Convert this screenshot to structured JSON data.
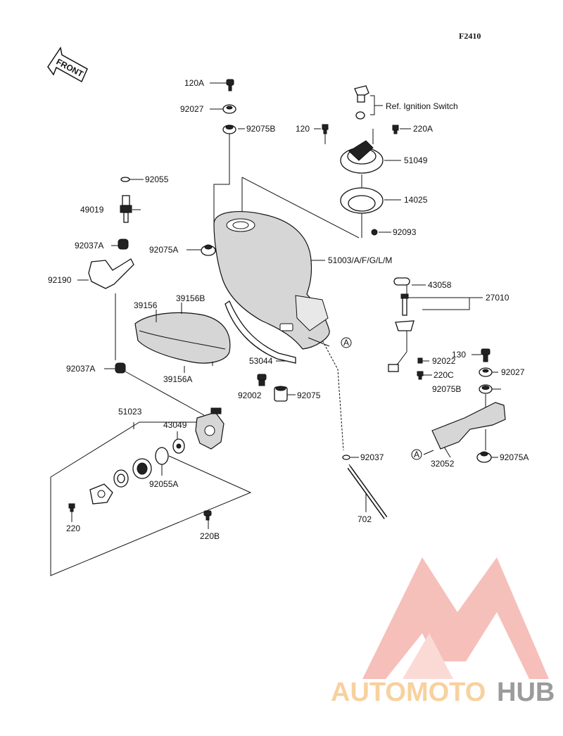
{
  "figure_code": "F2410",
  "front_arrow": "FRONT",
  "ref_note": "Ref. Ignition Switch",
  "callout_letter": "A",
  "watermark": {
    "part1": "AUTOMOTO",
    "part2": "HUB",
    "color_primary": "#f5b5ae",
    "color_secondary": "#8a8a8a",
    "color_accent": "#f7c98e"
  },
  "parts": {
    "p120A": "120A",
    "p92027_top": "92027",
    "p92075B_top": "92075B",
    "p120": "120",
    "p220A": "220A",
    "p51049": "51049",
    "p14025": "14025",
    "p92093": "92093",
    "p92055": "92055",
    "p49019": "49019",
    "p92037A_top": "92037A",
    "p92075A_left": "92075A",
    "p51003": "51003/A/F/G/L/M",
    "p92190": "92190",
    "p39156": "39156",
    "p39156B": "39156B",
    "p39156A": "39156A",
    "p43058": "43058",
    "p27010": "27010",
    "p53044": "53044",
    "p92002": "92002",
    "p92075": "92075",
    "p130": "130",
    "p92022": "92022",
    "p220C": "220C",
    "p92027_right": "92027",
    "p92075B_right": "92075B",
    "p92037A_bot": "92037A",
    "p51023": "51023",
    "p43049": "43049",
    "p92055A": "92055A",
    "p92037": "92037",
    "p32052": "32052",
    "p92075A_right": "92075A",
    "p220": "220",
    "p220B": "220B",
    "p702": "702"
  }
}
